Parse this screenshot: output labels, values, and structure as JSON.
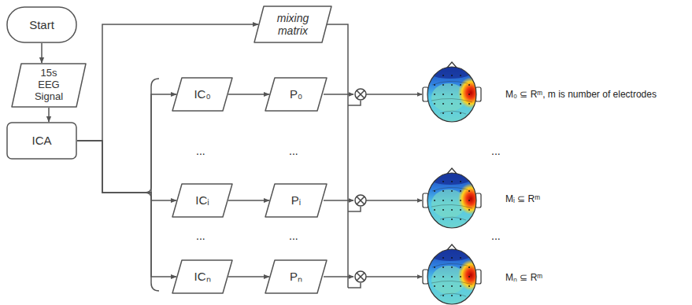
{
  "diagram": {
    "nodes": [
      {
        "text": [
          "Start"
        ]
      },
      {
        "text": [
          "15s EEG Signal"
        ]
      },
      {
        "text": [
          "ICA"
        ]
      },
      {
        "text": [
          "mixing matrix"
        ]
      },
      {
        "text": [
          "IC₀"
        ]
      },
      {
        "text": [
          "P₀"
        ]
      },
      {
        "text": [
          "ICᵢ"
        ]
      },
      {
        "text": [
          "Pᵢ"
        ]
      },
      {
        "text": [
          "ICₙ"
        ]
      },
      {
        "text": [
          "Pₙ"
        ]
      }
    ],
    "edges": [
      {
        "from": 0,
        "to": 1,
        "arrow": "to"
      },
      {
        "from": 1,
        "to": 2,
        "arrow": "to"
      },
      {
        "from": 2,
        "to": 3,
        "arrow": "to"
      },
      {
        "from": 2,
        "to": 4,
        "arrow": "to"
      },
      {
        "from": 2,
        "to": 6,
        "arrow": "to"
      },
      {
        "from": 2,
        "to": 8,
        "arrow": "to"
      },
      {
        "from": 4,
        "to": 5,
        "arrow": "to"
      },
      {
        "from": 6,
        "to": 7,
        "arrow": "to"
      },
      {
        "from": 8,
        "to": 9,
        "arrow": "to"
      }
    ],
    "labels": [
      "M₀ ⊆ Rᵐ, m is number of electrodes",
      "...",
      "...",
      "...",
      "Mᵢ ⊆ Rᵐ",
      "...",
      "...",
      "...",
      "Mₙ ⊆ Rᵐ"
    ]
  }
}
